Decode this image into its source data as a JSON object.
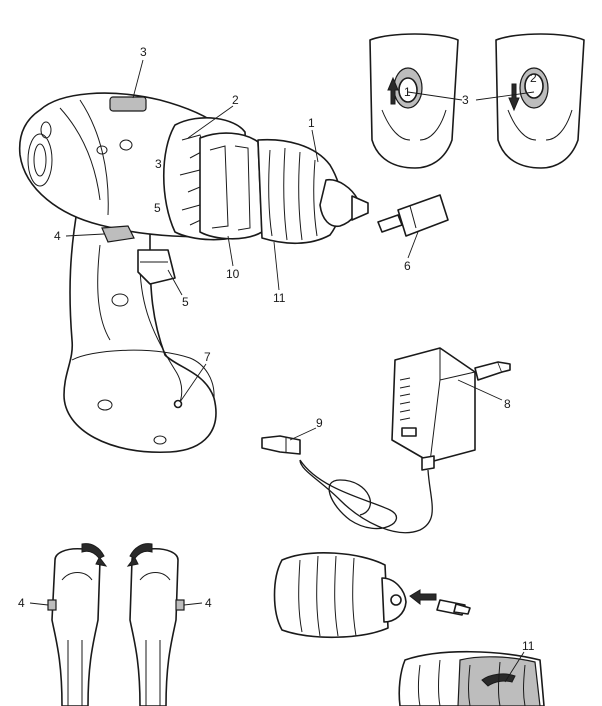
{
  "callouts": {
    "c1": "1",
    "c2": "2",
    "c3_main": "3",
    "c3_detail": "3",
    "c4_main": "4",
    "c4_left": "4",
    "c4_right": "4",
    "c5": "5",
    "c6": "6",
    "c7": "7",
    "c8": "8",
    "c9": "9",
    "c10": "10",
    "c11_main": "11",
    "c11_detail": "11"
  },
  "markings": {
    "gear_1": "1",
    "gear_2": "2",
    "torque_3": "3",
    "torque_5": "5"
  }
}
